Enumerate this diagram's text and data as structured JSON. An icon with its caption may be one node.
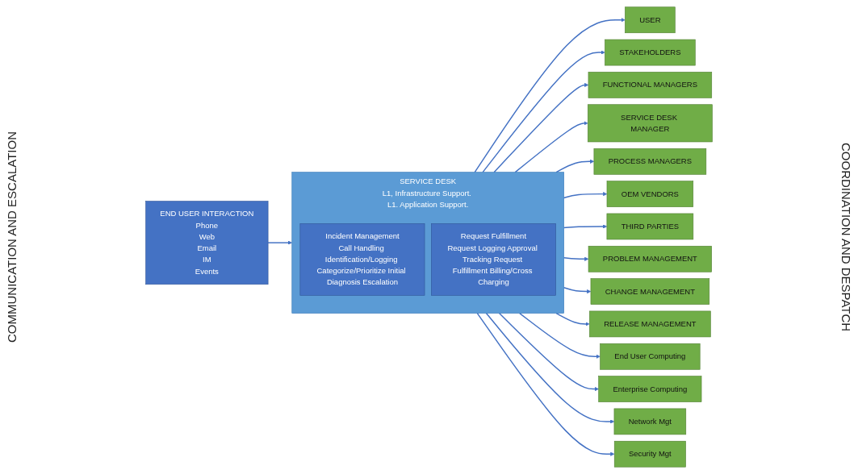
{
  "diagram": {
    "nodes": [
      {
        "text": [
          "END USER INTERACTION",
          "Phone",
          "Web",
          "Email",
          "IM",
          "Events"
        ]
      },
      {
        "text": [
          "SERVICE DESK",
          "L1, Infrastructure Support. L1. Application Support."
        ]
      },
      {
        "text": [
          "Incident Management",
          "Call Handling Identification/Logging Categorize/Prioritize Initial Diagnosis Escalation"
        ],
        "in": 1
      },
      {
        "text": [
          "Request Fulfillment",
          "Request Logging Approval Tracking Request Fulfillment Billing/Cross Charging"
        ],
        "in": 1
      },
      {
        "text": [
          "USER"
        ]
      },
      {
        "text": [
          "STAKEHOLDERS"
        ]
      },
      {
        "text": [
          "FUNCTIONAL MANAGERS"
        ]
      },
      {
        "text": [
          "SERVICE DESK MANAGER"
        ]
      },
      {
        "text": [
          "PROCESS MANAGERS"
        ]
      },
      {
        "text": [
          "OEM VENDORS"
        ]
      },
      {
        "text": [
          "THIRD PARTIES"
        ]
      },
      {
        "text": [
          "PROBLEM MANAGEMENT"
        ]
      },
      {
        "text": [
          "CHANGE MANAGEMENT"
        ]
      },
      {
        "text": [
          "RELEASE MANAGEMENT"
        ]
      },
      {
        "text": [
          "End User Computing"
        ]
      },
      {
        "text": [
          "Enterprise Computing"
        ]
      },
      {
        "text": [
          "Network Mgt"
        ]
      },
      {
        "text": [
          "Security Mgt"
        ]
      }
    ],
    "edges": [
      {
        "from": 0,
        "to": 1,
        "arrow": "to"
      },
      {
        "from": 1,
        "to": 4,
        "arrow": "to"
      },
      {
        "from": 1,
        "to": 5,
        "arrow": "to"
      },
      {
        "from": 1,
        "to": 6,
        "arrow": "to"
      },
      {
        "from": 1,
        "to": 7,
        "arrow": "to"
      },
      {
        "from": 1,
        "to": 8,
        "arrow": "to"
      },
      {
        "from": 1,
        "to": 9,
        "arrow": "to"
      },
      {
        "from": 1,
        "to": 10,
        "arrow": "to"
      },
      {
        "from": 1,
        "to": 11,
        "arrow": "to"
      },
      {
        "from": 1,
        "to": 12,
        "arrow": "to"
      },
      {
        "from": 1,
        "to": 13,
        "arrow": "to"
      },
      {
        "from": 1,
        "to": 14,
        "arrow": "to"
      },
      {
        "from": 1,
        "to": 15,
        "arrow": "to"
      },
      {
        "from": 1,
        "to": 16,
        "arrow": "to"
      },
      {
        "from": 1,
        "to": 17,
        "arrow": "to"
      }
    ],
    "labels": [
      "COMMUNICATION AND ESCALATION",
      "COORDINATION AND DESPATCH"
    ]
  }
}
